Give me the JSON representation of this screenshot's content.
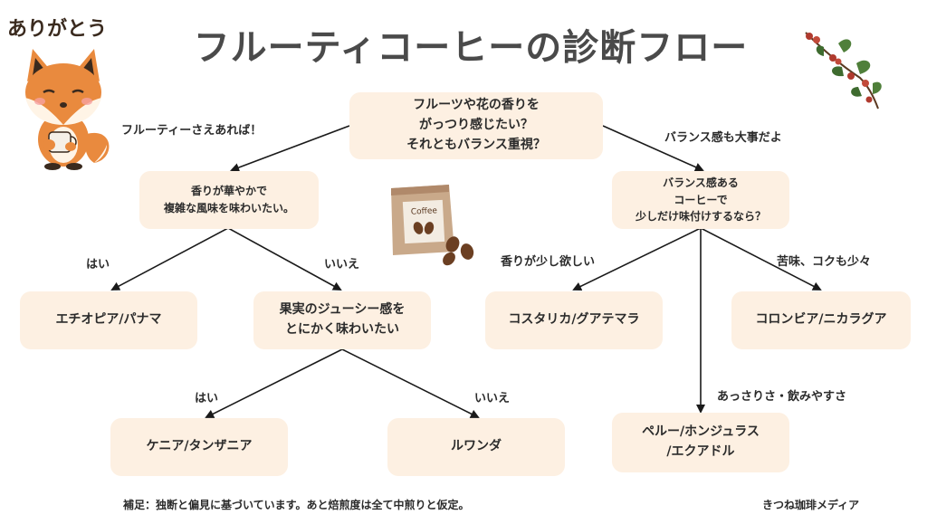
{
  "header": {
    "title": "フルーティコーヒーの診断フロー",
    "thanks": "ありがとう"
  },
  "flow": {
    "root": "フルーツや花の香りを\nがっつり感じたい？\nそれともバランス重視？",
    "left_q": "香りが華やかで\n複雑な風味を味わいたい。",
    "right_q": "バランス感ある\nコーヒーで\n少しだけ味付けするなら？",
    "juicy_q": "果実のジューシー感を\nとにかく味わいたい",
    "result_ethiopia": "エチオピア/パナマ",
    "result_kenya": "ケニア/タンザニア",
    "result_rwanda": "ルワンダ",
    "result_costarica": "コスタリカ/グアテマラ",
    "result_colombia": "コロンビア/ニカラグア",
    "result_peru": "ペルー/ホンジュラス\n/エクアドル"
  },
  "edge_labels": {
    "fruity": "フルーティーさえあれば！",
    "balance": "バランス感も大事だよ",
    "yes_1": "はい",
    "no_1": "いいえ",
    "yes_2": "はい",
    "no_2": "いいえ",
    "aroma": "香りが少し欲しい",
    "bitter": "苦味、コクも少々",
    "light": "あっさりさ・飲みやすさ"
  },
  "illustration": {
    "coffee_bag_text": "Coffee"
  },
  "footer": {
    "note": "補足：独断と偏見に基づいています。あと焙煎度は全て中煎りと仮定。",
    "brand": "きつね珈琲メディア"
  }
}
